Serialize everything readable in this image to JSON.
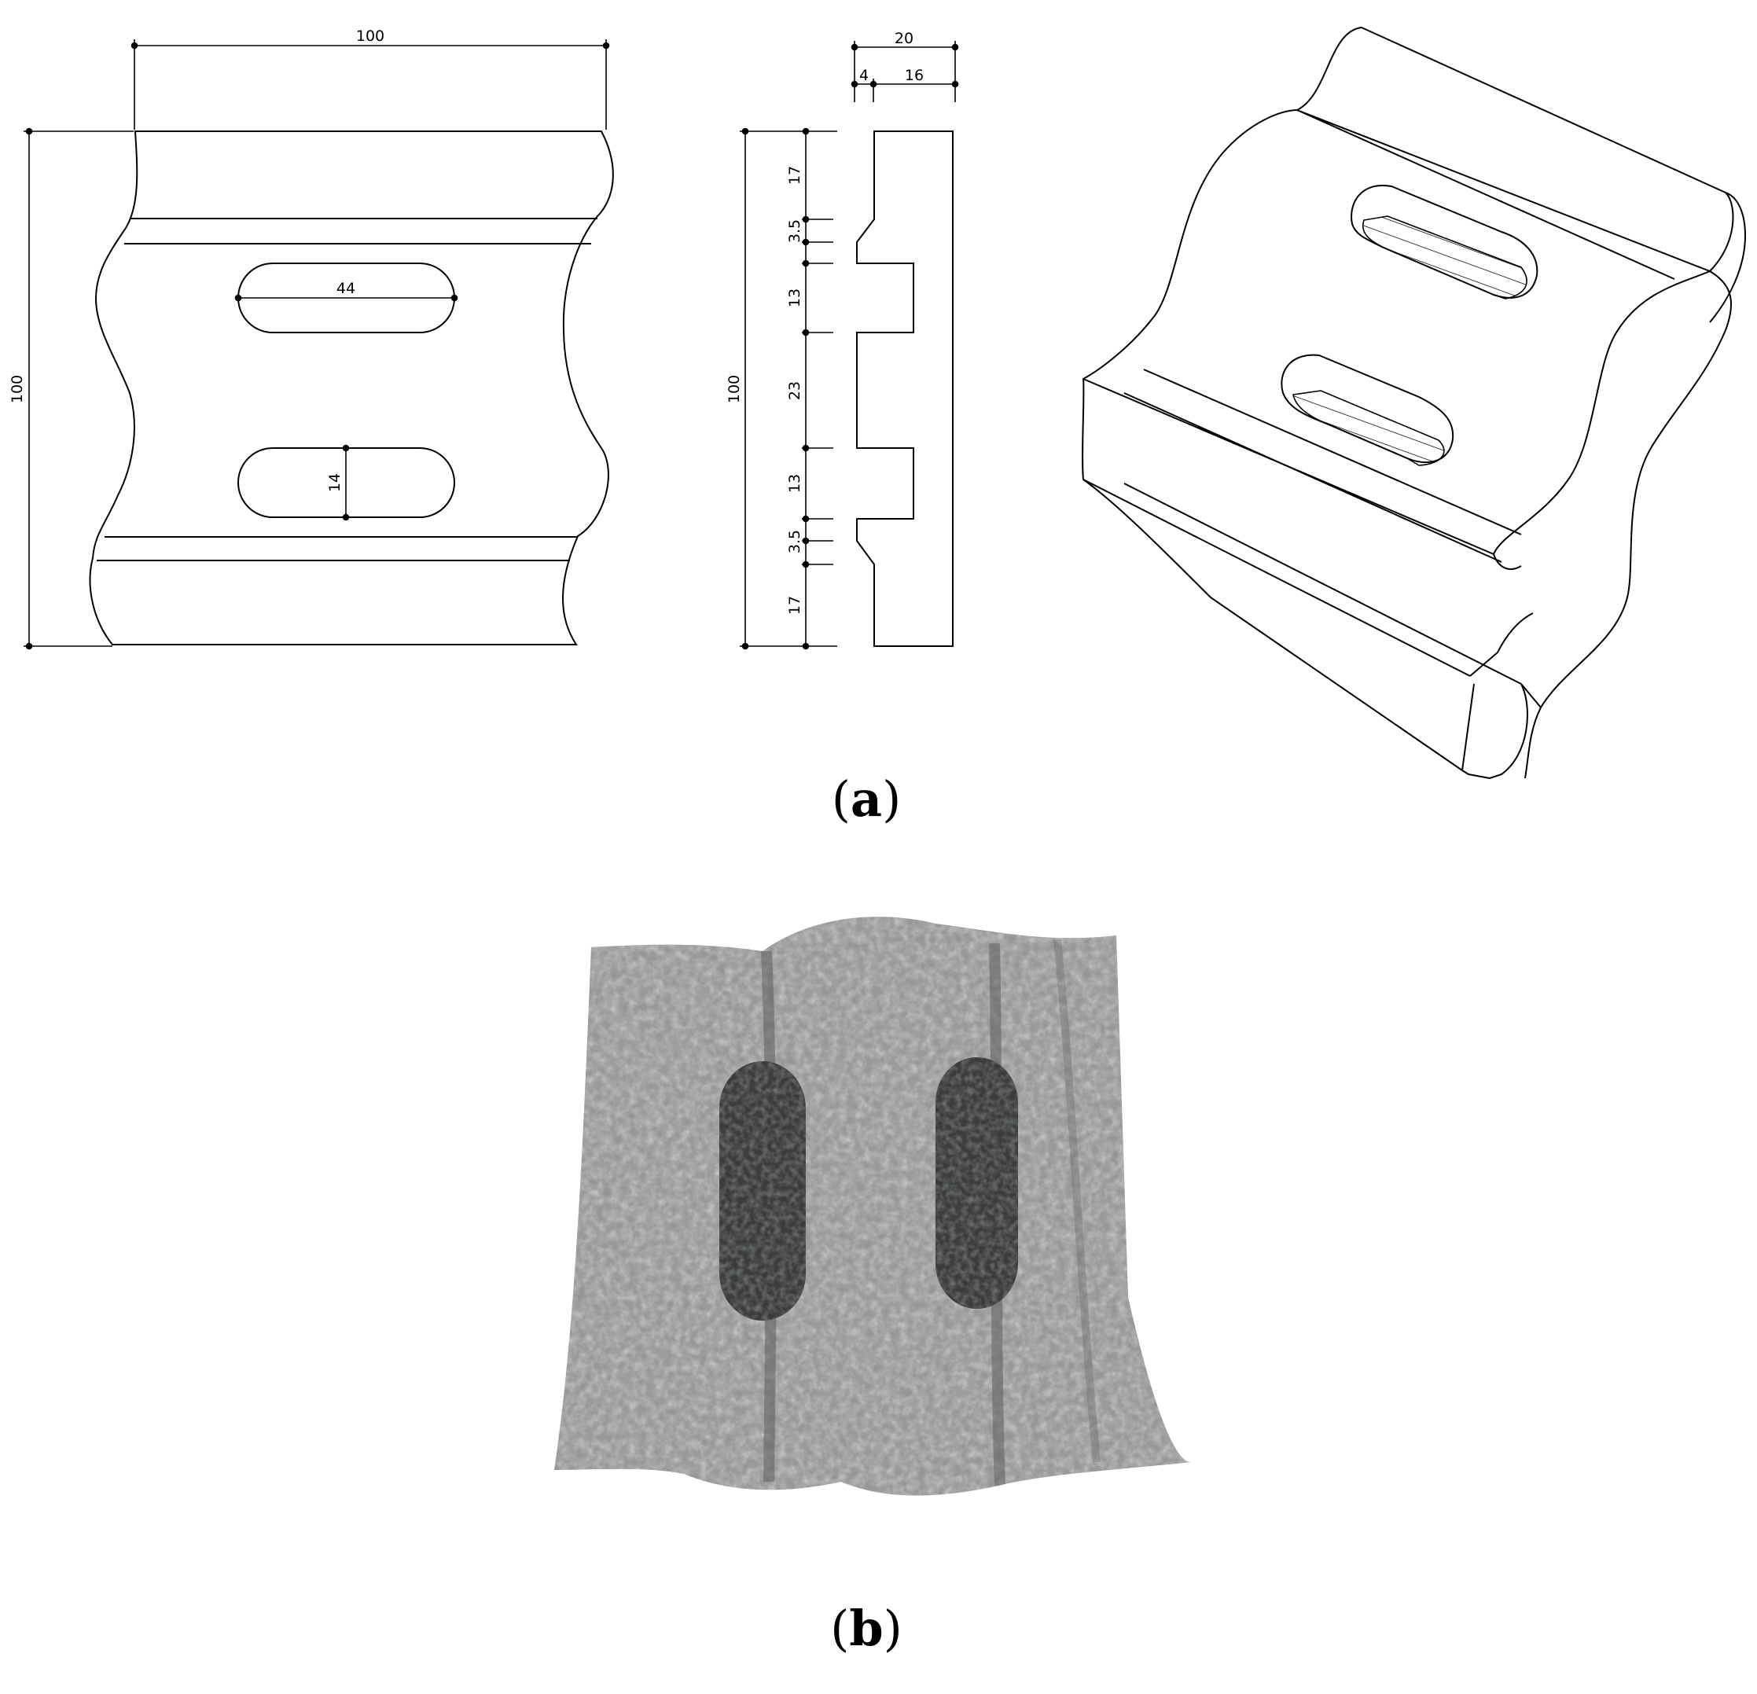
{
  "front_view": {
    "width_label": "100",
    "height_label": "100",
    "slot_length_label": "44",
    "slot_width_label": "14"
  },
  "side_view": {
    "total_depth_label": "20",
    "lip_label": "4",
    "body_label": "16",
    "height_label": "100",
    "segments": [
      "17",
      "3.5",
      "13",
      "23",
      "13",
      "3.5",
      "17"
    ]
  },
  "captions": {
    "a": "a",
    "b": "b"
  },
  "colors": {
    "line": "#000000",
    "concrete": "#8d8f90",
    "concrete_light": "#b9bbbc",
    "slot_shadow": "#3a3c3d",
    "background": "#ffffff"
  }
}
